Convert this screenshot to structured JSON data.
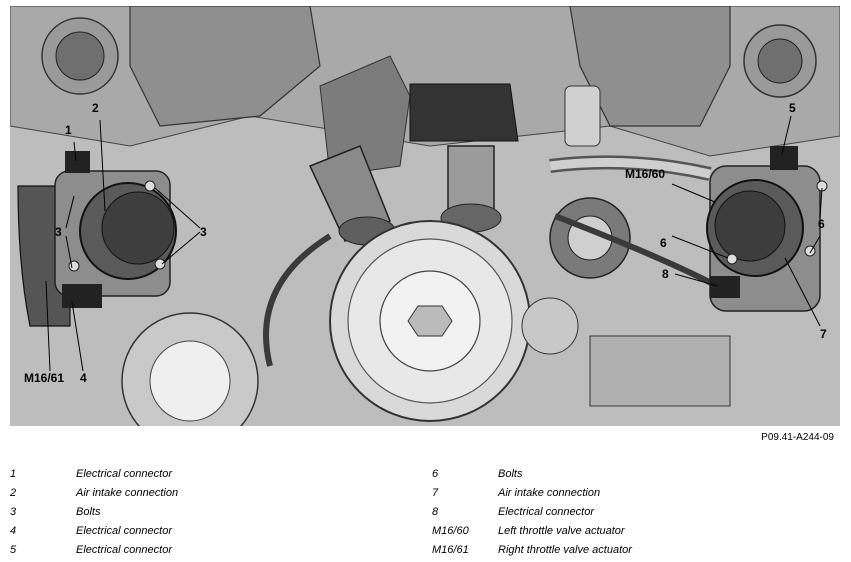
{
  "figure": {
    "figure_id": "P09.41-A244-09",
    "callouts": {
      "c1": "1",
      "c2": "2",
      "c3a": "3",
      "c3b": "3",
      "c4": "4",
      "c5": "5",
      "c6a": "6",
      "c6b": "6",
      "c7": "7",
      "c8": "8",
      "m1660": "M16/60",
      "m1661": "M16/61"
    }
  },
  "legend": {
    "left": [
      {
        "key": "1",
        "desc": "Electrical connector"
      },
      {
        "key": "2",
        "desc": "Air intake connection"
      },
      {
        "key": "3",
        "desc": "Bolts"
      },
      {
        "key": "4",
        "desc": "Electrical connector"
      },
      {
        "key": "5",
        "desc": "Electrical connector"
      }
    ],
    "right": [
      {
        "key": "6",
        "desc": "Bolts"
      },
      {
        "key": "7",
        "desc": "Air intake connection"
      },
      {
        "key": "8",
        "desc": "Electrical connector"
      },
      {
        "key": "M16/60",
        "desc": "Left throttle valve actuator"
      },
      {
        "key": "M16/61",
        "desc": "Right throttle valve actuator"
      }
    ]
  }
}
